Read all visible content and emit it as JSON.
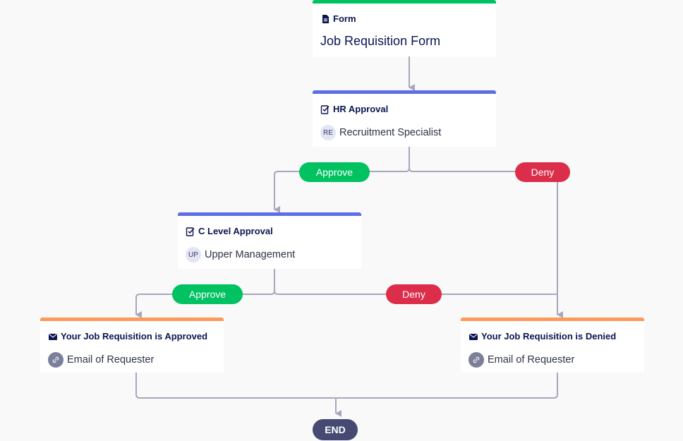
{
  "nodes": {
    "form": {
      "type": "Form",
      "title": "Job Requisition Form"
    },
    "hr_approval": {
      "type": "HR Approval",
      "assignee_initials": "RE",
      "assignee": "Recruitment Specialist"
    },
    "c_level_approval": {
      "type": "C Level Approval",
      "assignee_initials": "UP",
      "assignee": "Upper Management"
    },
    "approved_email": {
      "type": "Your Job Requisition is Approved",
      "recipient": "Email of Requester"
    },
    "denied_email": {
      "type": "Your Job Requisition is Denied",
      "recipient": "Email of Requester"
    }
  },
  "branches": {
    "hr_approve": "Approve",
    "hr_deny": "Deny",
    "clevel_approve": "Approve",
    "clevel_deny": "Deny"
  },
  "end_label": "END",
  "colors": {
    "form_accent": "#00c261",
    "approval_accent": "#5e6ee6",
    "email_accent": "#fb9a59",
    "approve": "#00c261",
    "deny": "#dc2e4a",
    "end": "#464a72",
    "connector": "#a6a8bd"
  }
}
